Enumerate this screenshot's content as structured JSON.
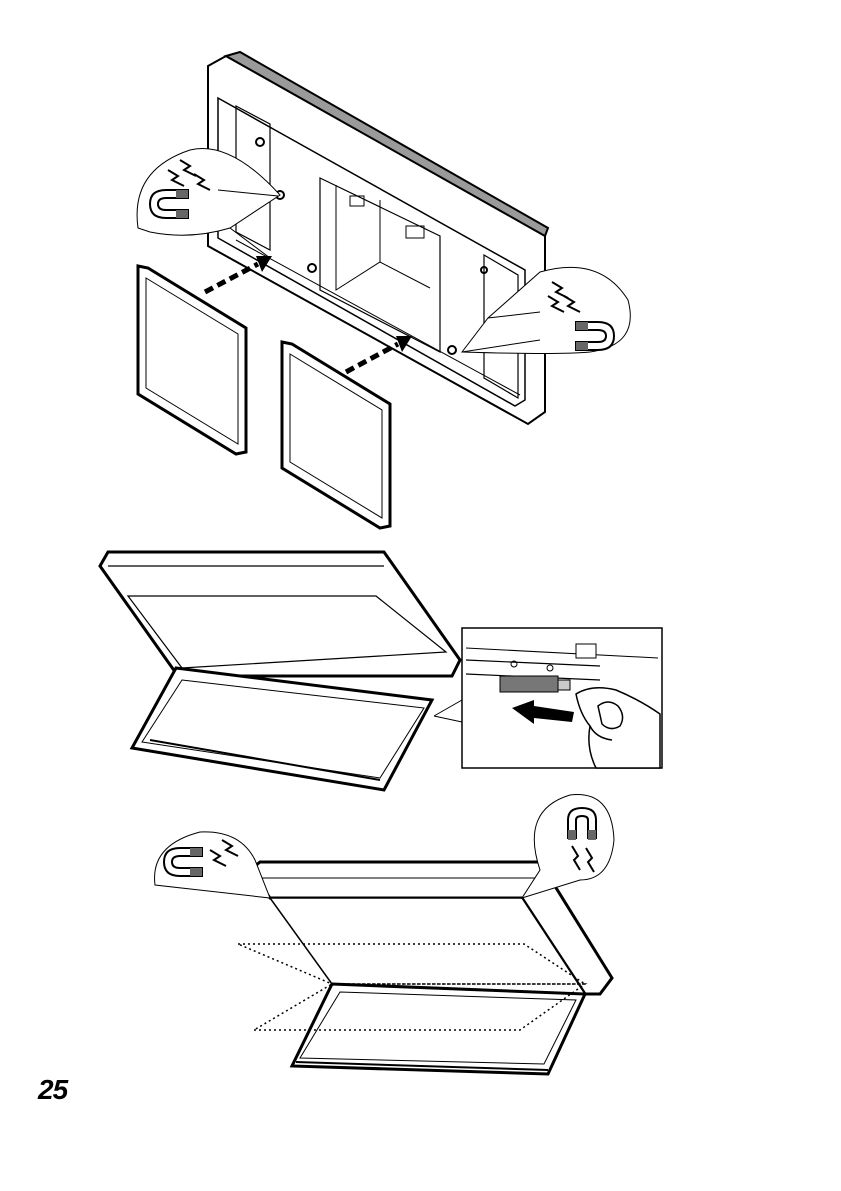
{
  "page": {
    "number": "25"
  },
  "illustrations": [
    {
      "step": "remove-filters",
      "icons": [
        "magnet-icon",
        "magnet-icon"
      ]
    },
    {
      "step": "detach-connector",
      "icons": [
        "hand-icon",
        "arrow-left-icon"
      ]
    },
    {
      "step": "lower-frame",
      "icons": [
        "magnet-icon",
        "magnet-icon"
      ]
    }
  ],
  "colors": {
    "line": "#000000",
    "shade": "#9a9a9a",
    "panel": "#ffffff"
  }
}
